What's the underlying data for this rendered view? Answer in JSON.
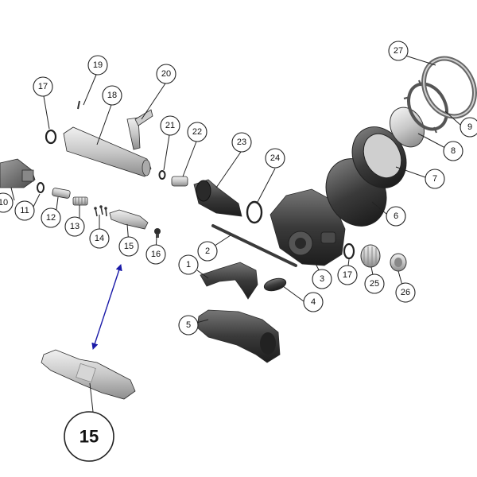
{
  "callouts": [
    {
      "id": "c27",
      "text": "27"
    },
    {
      "id": "c19",
      "text": "19"
    },
    {
      "id": "c20",
      "text": "20"
    },
    {
      "id": "c17a",
      "text": "17"
    },
    {
      "id": "c18",
      "text": "18"
    },
    {
      "id": "c21",
      "text": "21"
    },
    {
      "id": "c22",
      "text": "22"
    },
    {
      "id": "c23",
      "text": "23"
    },
    {
      "id": "c9",
      "text": "9"
    },
    {
      "id": "c8",
      "text": "8"
    },
    {
      "id": "c24",
      "text": "24"
    },
    {
      "id": "c7",
      "text": "7"
    },
    {
      "id": "c10",
      "text": "10"
    },
    {
      "id": "c11",
      "text": "11"
    },
    {
      "id": "c12",
      "text": "12"
    },
    {
      "id": "c13",
      "text": "13"
    },
    {
      "id": "c14",
      "text": "14"
    },
    {
      "id": "c15",
      "text": "15"
    },
    {
      "id": "c16",
      "text": "16"
    },
    {
      "id": "c6",
      "text": "6"
    },
    {
      "id": "c2",
      "text": "2"
    },
    {
      "id": "c1",
      "text": "1"
    },
    {
      "id": "c3",
      "text": "3"
    },
    {
      "id": "c17b",
      "text": "17"
    },
    {
      "id": "c25",
      "text": "25"
    },
    {
      "id": "c26",
      "text": "26"
    },
    {
      "id": "c4",
      "text": "4"
    },
    {
      "id": "c5",
      "text": "5"
    }
  ],
  "detail_callout": {
    "text": "15"
  },
  "colors": {
    "part_dark": "#3a3a3a",
    "part_mid": "#6e6e6e",
    "part_light": "#c9c9c9",
    "pointer": "#1a1aa8"
  }
}
